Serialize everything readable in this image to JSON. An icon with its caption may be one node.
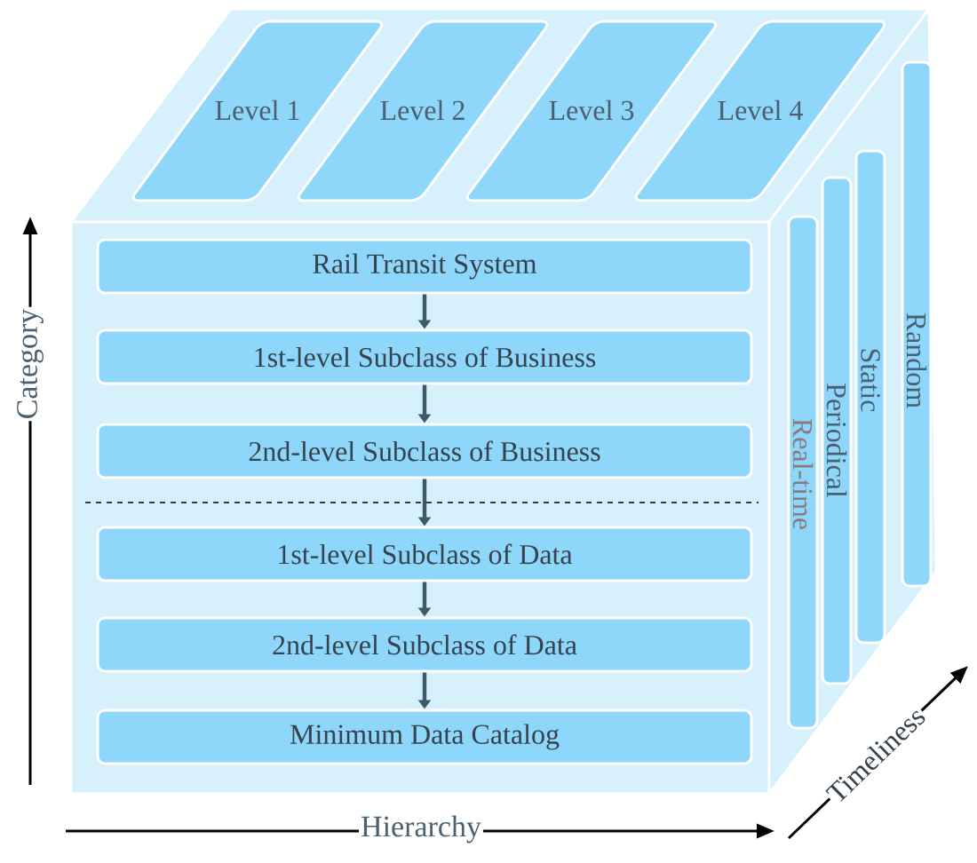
{
  "diagram": {
    "nodes": [
      {
        "text": [
          "Rail Transit System"
        ]
      },
      {
        "text": [
          "1st-level Subclass of Business"
        ]
      },
      {
        "text": [
          "2nd-level Subclass of Business"
        ]
      },
      {
        "text": [
          "1st-level Subclass of Data"
        ]
      },
      {
        "text": [
          "2nd-level Subclass of Data"
        ]
      },
      {
        "text": [
          "Minimum Data Catalog"
        ]
      },
      {
        "text": [
          "Level 1"
        ]
      },
      {
        "text": [
          "Level 2"
        ]
      },
      {
        "text": [
          "Level 3"
        ]
      },
      {
        "text": [
          "Level 4"
        ]
      },
      {
        "text": [
          "Real-time"
        ]
      },
      {
        "text": [
          "Periodical"
        ]
      },
      {
        "text": [
          "Static"
        ]
      },
      {
        "text": [
          "Random"
        ]
      }
    ],
    "edges": [
      {
        "from": 0,
        "to": 1,
        "arrow": "to"
      },
      {
        "from": 1,
        "to": 2,
        "arrow": "to"
      },
      {
        "from": 2,
        "to": 3,
        "arrow": "to"
      },
      {
        "from": 3,
        "to": 4,
        "arrow": "to"
      },
      {
        "from": 4,
        "to": 5,
        "arrow": "to"
      }
    ],
    "labels": [
      "Category",
      "Hierarchy",
      "Timeliness"
    ]
  }
}
